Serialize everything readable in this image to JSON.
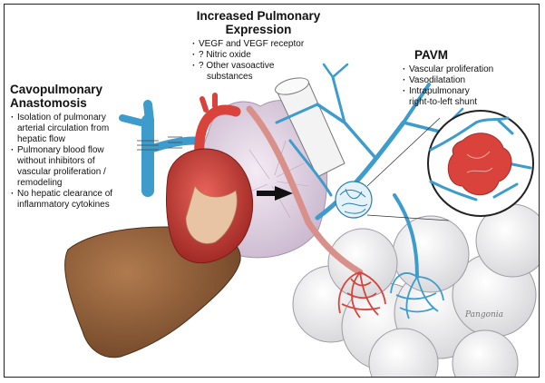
{
  "cavopulmonary": {
    "title_lines": [
      "Cavopulmonary",
      "Anastomosis"
    ],
    "bullets": [
      [
        "Isolation of pulmonary",
        "arterial circulation from",
        "hepatic flow"
      ],
      [
        "Pulmonary blood flow",
        "without inhibitors of",
        "vascular proliferation /",
        "remodeling"
      ],
      [
        "No hepatic clearance of",
        "inflammatory cytokines"
      ]
    ]
  },
  "pulmonary_expression": {
    "title_lines": [
      "Increased Pulmonary",
      "Expression"
    ],
    "bullets": [
      [
        "VEGF and VEGF receptor"
      ],
      [
        "? Nitric oxide"
      ],
      [
        "? Other vasoactive",
        "substances"
      ]
    ]
  },
  "pavm": {
    "title_lines": [
      "PAVM"
    ],
    "bullets": [
      [
        "Vascular proliferation"
      ],
      [
        "Vasodilatation"
      ],
      [
        "Intrapulmonary",
        "right-to-left shunt"
      ]
    ]
  },
  "artist_signature": "Pangonia",
  "colors": {
    "artery_red": "#d9433c",
    "vein_blue": "#3d9ccc",
    "liver_brown": "#8a5a36",
    "lung_lilac": "#e6d8e6",
    "alveoli_gray": "#ebebee"
  }
}
